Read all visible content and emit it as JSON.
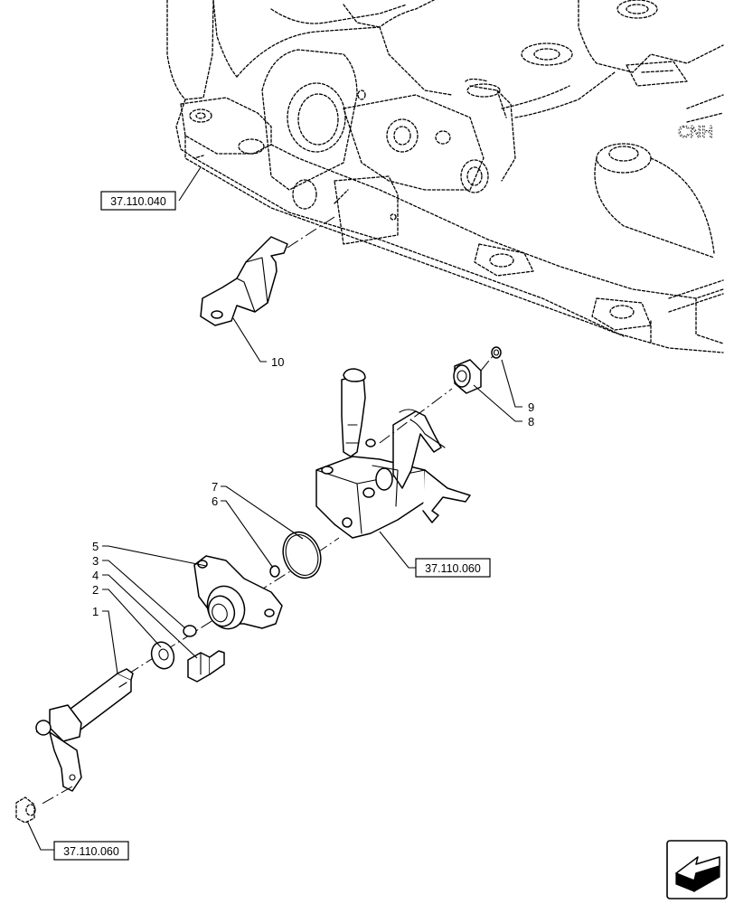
{
  "callouts": {
    "c1": "1",
    "c2": "2",
    "c3": "3",
    "c4": "4",
    "c5": "5",
    "c6": "6",
    "c7": "7",
    "c8": "8",
    "c9": "9",
    "c10": "10"
  },
  "references": {
    "ref_top": "37.110.040",
    "ref_mid": "37.110.060",
    "ref_bottom": "37.110.060"
  },
  "icons": {
    "nav": "next-page-arrow-icon"
  }
}
